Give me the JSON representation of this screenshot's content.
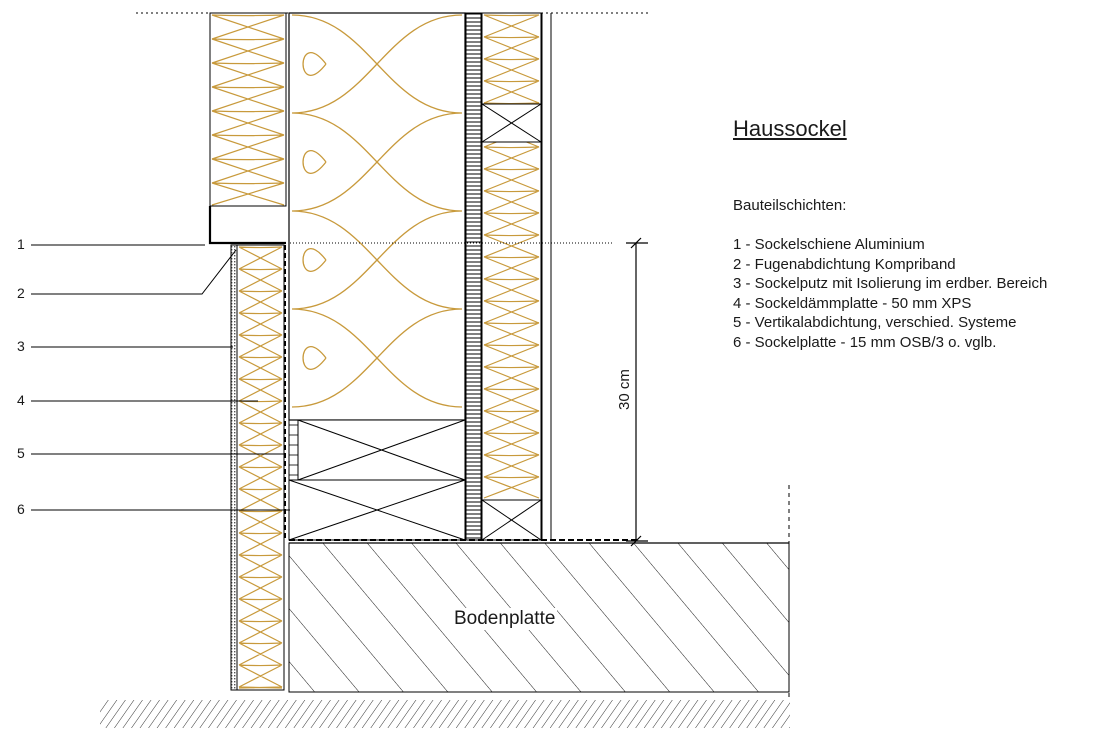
{
  "diagram": {
    "title": "Haussockel",
    "legend_heading": "Bauteilschichten:",
    "layers": [
      "1 - Sockelschiene Aluminium",
      "2 - Fugenabdichtung Kompriband",
      "3 - Sockelputz mit Isolierung im erdber. Bereich",
      "4 - Sockeldämmplatte - 50 mm XPS",
      "5 - Vertikalabdichtung, verschied. Systeme",
      "6 - Sockelplatte - 15 mm OSB/3 o. vglb."
    ],
    "callouts": [
      "1",
      "2",
      "3",
      "4",
      "5",
      "6"
    ],
    "dimension_label": "30 cm",
    "slab_label": "Bodenplatte"
  },
  "colors": {
    "line": "#000000",
    "insulation": "#c89a3c",
    "plaster_fill": "#777777",
    "ink": "#1a1a1a"
  }
}
